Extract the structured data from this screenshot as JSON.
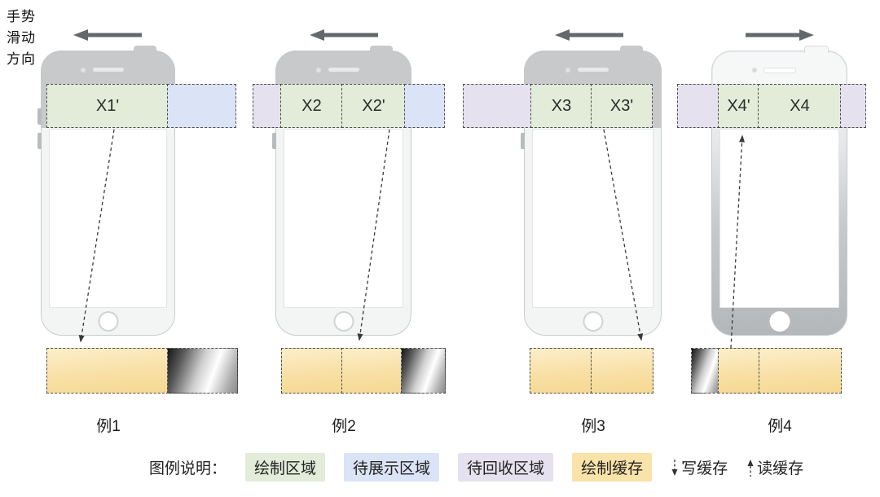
{
  "gesture_direction_label": "手势\n滑动\n方向",
  "colors": {
    "draw_area_green": "#e2ecd9",
    "display_area_blue": "#dbe4f6",
    "recycle_area_purple": "#e6e1ee",
    "cache_yellow": "#f8e0a6",
    "phone_gray": "#c7c9cb",
    "swipe_arrow_gray": "#64686a",
    "dashed_border": "#4e4e4e"
  },
  "examples": [
    {
      "label": "例1",
      "swipe_direction": "left",
      "connector": "write",
      "bands": [
        {
          "kind": "draw",
          "label": "X1'"
        },
        {
          "kind": "display",
          "label": ""
        }
      ],
      "cache_segments": [
        {
          "kind": "cache"
        },
        {
          "kind": "free"
        }
      ]
    },
    {
      "label": "例2",
      "swipe_direction": "left",
      "connector": "write",
      "bands": [
        {
          "kind": "recycle",
          "label": ""
        },
        {
          "kind": "draw",
          "label": "X2"
        },
        {
          "kind": "draw",
          "label": "X2'"
        },
        {
          "kind": "display",
          "label": ""
        }
      ],
      "cache_segments": [
        {
          "kind": "cache"
        },
        {
          "kind": "cache"
        },
        {
          "kind": "free"
        }
      ]
    },
    {
      "label": "例3",
      "swipe_direction": "left",
      "connector": "write",
      "bands": [
        {
          "kind": "recycle",
          "label": ""
        },
        {
          "kind": "draw",
          "label": "X3"
        },
        {
          "kind": "draw",
          "label": "X3'"
        }
      ],
      "cache_segments": [
        {
          "kind": "cache"
        },
        {
          "kind": "cache"
        }
      ]
    },
    {
      "label": "例4",
      "swipe_direction": "right",
      "connector": "read",
      "bands": [
        {
          "kind": "recycle",
          "label": ""
        },
        {
          "kind": "draw",
          "label": "X4'"
        },
        {
          "kind": "draw",
          "label": "X4"
        },
        {
          "kind": "recycle",
          "label": ""
        }
      ],
      "cache_segments": [
        {
          "kind": "free"
        },
        {
          "kind": "cache"
        },
        {
          "kind": "cache"
        }
      ]
    }
  ],
  "legend": {
    "title": "图例说明：",
    "items": [
      {
        "kind": "draw",
        "label": "绘制区域"
      },
      {
        "kind": "display",
        "label": "待展示区域"
      },
      {
        "kind": "recycle",
        "label": "待回收区域"
      },
      {
        "kind": "cache",
        "label": "绘制缓存"
      },
      {
        "kind": "write-arrow",
        "label": "写缓存"
      },
      {
        "kind": "read-arrow",
        "label": "读缓存"
      }
    ]
  }
}
